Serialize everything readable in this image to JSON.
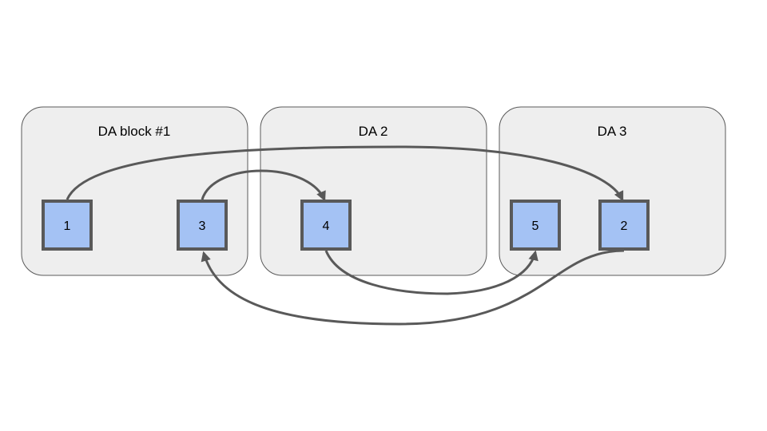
{
  "diagram": {
    "blocks": [
      {
        "id": "b1",
        "label": "DA block #1"
      },
      {
        "id": "b2",
        "label": "DA 2"
      },
      {
        "id": "b3",
        "label": "DA 3"
      }
    ],
    "nodes": [
      {
        "id": "n1",
        "label": "1"
      },
      {
        "id": "n3",
        "label": "3"
      },
      {
        "id": "n4",
        "label": "4"
      },
      {
        "id": "n5",
        "label": "5"
      },
      {
        "id": "n2",
        "label": "2"
      }
    ],
    "edges": [
      {
        "from": "1",
        "to": "2"
      },
      {
        "from": "3",
        "to": "4"
      },
      {
        "from": "4",
        "to": "5"
      },
      {
        "from": "2",
        "to": "3"
      }
    ],
    "colors": {
      "block_fill": "#eeeeee",
      "block_stroke": "#595959",
      "node_fill": "#a4c2f4",
      "node_stroke": "#595959",
      "edge": "#595959"
    }
  }
}
